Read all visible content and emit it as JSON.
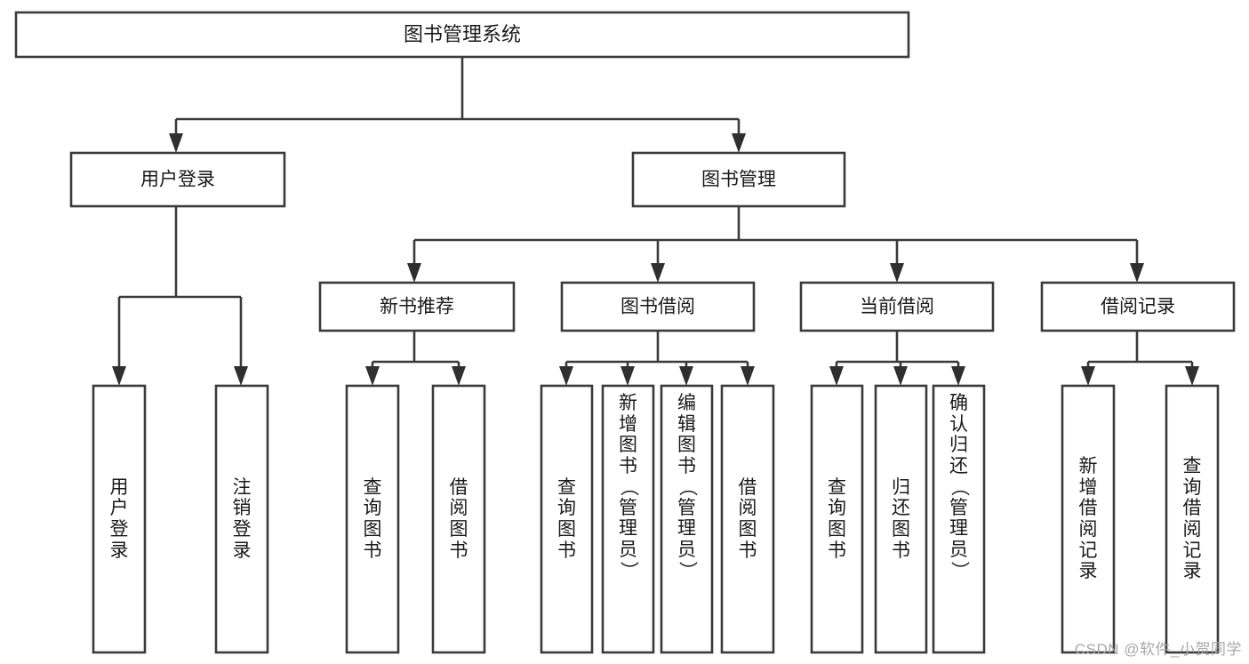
{
  "diagram": {
    "type": "tree",
    "title": "图书管理系统",
    "watermark": "CSDN @软件_小贺同学",
    "colors": {
      "box_stroke": "#3a3a3a",
      "connector": "#3a3a3a",
      "arrow": "#2f2f2f",
      "text": "#1a1a1a",
      "background": "#ffffff",
      "watermark": "#a8a8a8"
    },
    "nodes": {
      "root": {
        "label": "图书管理系统",
        "level": 0
      },
      "level1": [
        {
          "id": "user-login",
          "label": "用户登录"
        },
        {
          "id": "book-management",
          "label": "图书管理"
        }
      ],
      "level2": [
        {
          "id": "new-book-recommend",
          "label": "新书推荐",
          "parent": "book-management"
        },
        {
          "id": "book-borrow",
          "label": "图书借阅",
          "parent": "book-management"
        },
        {
          "id": "current-borrow",
          "label": "当前借阅",
          "parent": "book-management"
        },
        {
          "id": "borrow-record",
          "label": "借阅记录",
          "parent": "book-management"
        }
      ],
      "leaves": [
        {
          "id": "leaf-user-login",
          "label": "用户登录",
          "parent": "user-login"
        },
        {
          "id": "leaf-user-logout",
          "label": "注销登录",
          "parent": "user-login"
        },
        {
          "id": "leaf-query-book-1",
          "label": "查询图书",
          "parent": "new-book-recommend"
        },
        {
          "id": "leaf-borrow-book-1",
          "label": "借阅图书",
          "parent": "new-book-recommend"
        },
        {
          "id": "leaf-query-book-2",
          "label": "查询图书",
          "parent": "book-borrow"
        },
        {
          "id": "leaf-add-book",
          "label": "新增图书（管理员）",
          "parent": "book-borrow"
        },
        {
          "id": "leaf-edit-book",
          "label": "编辑图书（管理员）",
          "parent": "book-borrow"
        },
        {
          "id": "leaf-borrow-book-2",
          "label": "借阅图书",
          "parent": "book-borrow"
        },
        {
          "id": "leaf-query-book-3",
          "label": "查询图书",
          "parent": "current-borrow"
        },
        {
          "id": "leaf-return-book",
          "label": "归还图书",
          "parent": "current-borrow"
        },
        {
          "id": "leaf-confirm-return",
          "label": "确认归还（管理员）",
          "parent": "current-borrow"
        },
        {
          "id": "leaf-add-record",
          "label": "新增借阅记录",
          "parent": "borrow-record"
        },
        {
          "id": "leaf-query-record",
          "label": "查询借阅记录",
          "parent": "borrow-record"
        }
      ]
    }
  }
}
